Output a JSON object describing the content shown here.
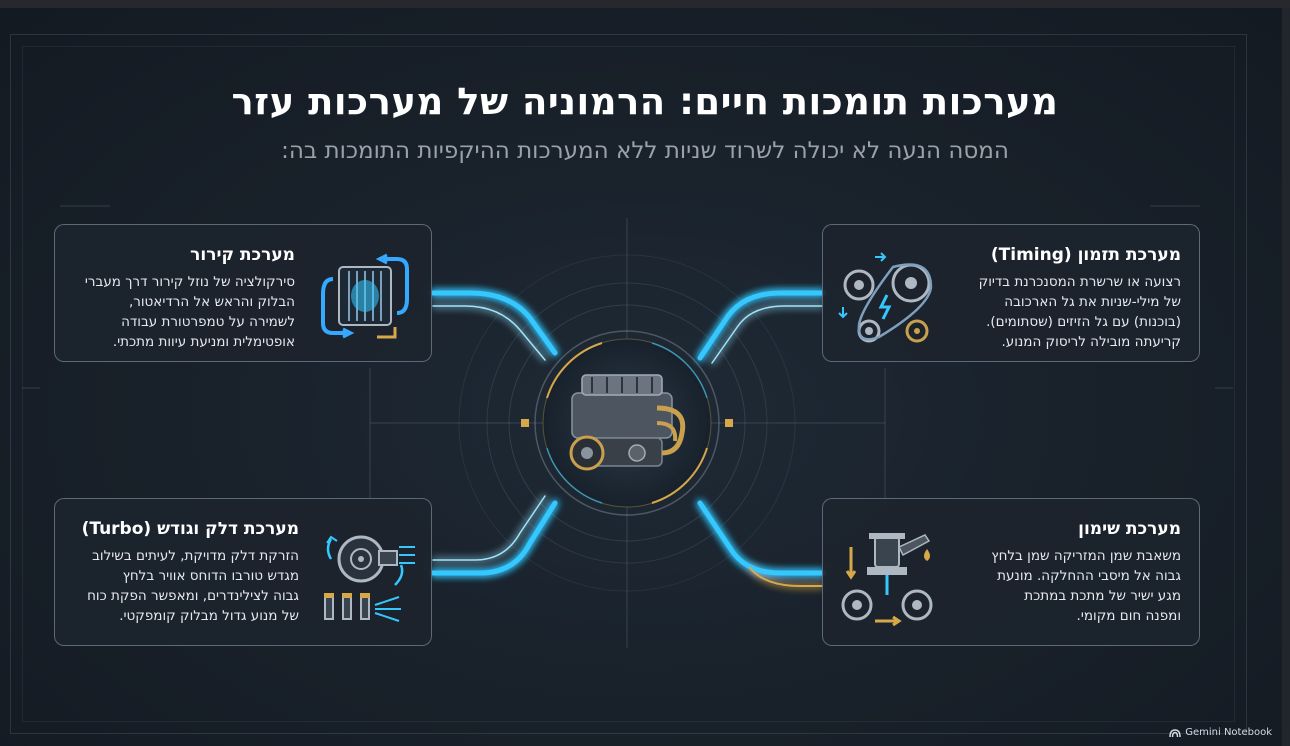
{
  "title": "מערכות תומכות חיים: הרמוניה של מערכות עזר",
  "subtitle": "המסה הנעה לא יכולה לשרוד שניות ללא המערכות ההיקפיות התומכות בה:",
  "cards": {
    "cooling": {
      "title": "מערכת קירור",
      "lines": [
        "סירקולציה של נוזל קירור דרך מעברי",
        "הבלוק והראש אל הרדיאטור,",
        "לשמירה על טמפרטורת עבודה",
        "אופטימלית ומניעת עיוות מתכתי."
      ],
      "icon": "radiator-icon"
    },
    "timing": {
      "title": "מערכת תזמון (Timing)",
      "lines": [
        "רצועה או שרשרת המסנכרנת בדיוק",
        "של מילי-שניות את גל הארכובה",
        "(בוכנות) עם גל הזיזים (שסתומים).",
        "קריעתה מובילה לריסוק המנוע."
      ],
      "icon": "timing-belt-icon"
    },
    "fuel": {
      "title": "מערכת דלק וגודש (Turbo)",
      "lines": [
        "הזרקת דלק מדויקת, לעיתים בשילוב",
        "מגדש טורבו הדוחס אוויר בלחץ",
        "גבוה לצילינדרים, ומאפשר הפקת כוח",
        "של מנוע גדול מבלוק קומפקטי."
      ],
      "icon": "turbo-injector-icon"
    },
    "oil": {
      "title": "מערכת שימון",
      "lines": [
        "משאבת שמן המזריקה שמן בלחץ",
        "גבוה אל מיסבי ההחלקה. מונעת",
        "מגע ישיר של מתכת במתכת",
        "ומפנה חום מקומי."
      ],
      "icon": "oil-pump-icon"
    }
  },
  "center_icon": "engine-icon",
  "brand": {
    "label": "Gemini Notebook",
    "icon": "notebook-logo-icon"
  },
  "colors": {
    "glow": "#35c8ff",
    "accent": "#d6a84a",
    "frame": "#9aaabd"
  }
}
